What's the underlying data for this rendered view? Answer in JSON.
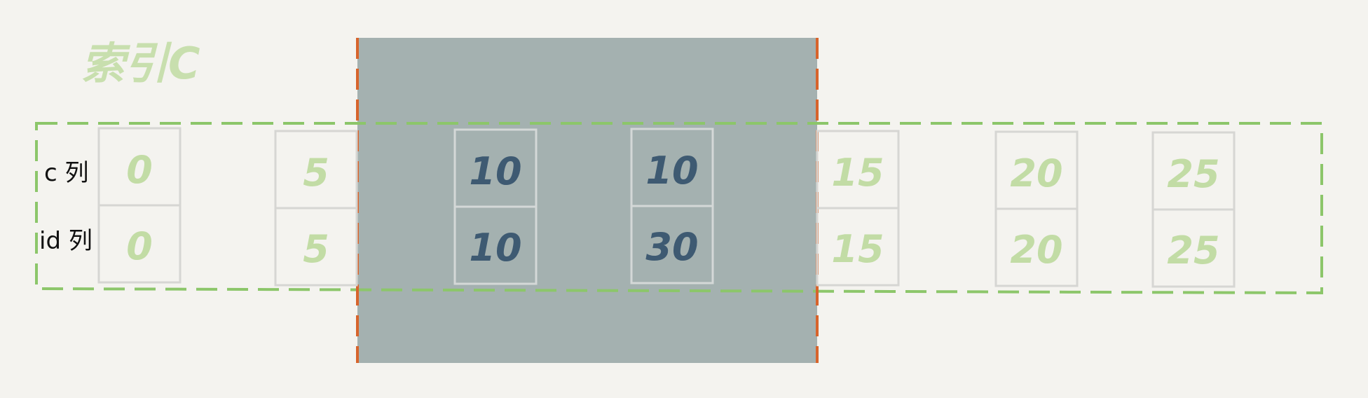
{
  "index_label": "索引C",
  "row_labels": {
    "c": "c 列",
    "id": "id 列"
  },
  "entries": [
    {
      "c": "0",
      "id": "0",
      "locked": false
    },
    {
      "c": "5",
      "id": "5",
      "locked": false
    },
    {
      "c": "10",
      "id": "10",
      "locked": true
    },
    {
      "c": "10",
      "id": "30",
      "locked": true
    },
    {
      "c": "15",
      "id": "15",
      "locked": false
    },
    {
      "c": "20",
      "id": "20",
      "locked": false
    },
    {
      "c": "25",
      "id": "25",
      "locked": false
    }
  ],
  "colors": {
    "background": "#f4f3ef",
    "index_green": "#8cc66a",
    "index_label_green": "#c8dfae",
    "unlocked_text_green": "#c2dca5",
    "cell_border_grey": "#d6d6d3",
    "locked_region": "#a4b1b0",
    "locked_text": "#3e5a72",
    "boundary_red": "#d7642c",
    "row_label_black": "#111111"
  }
}
